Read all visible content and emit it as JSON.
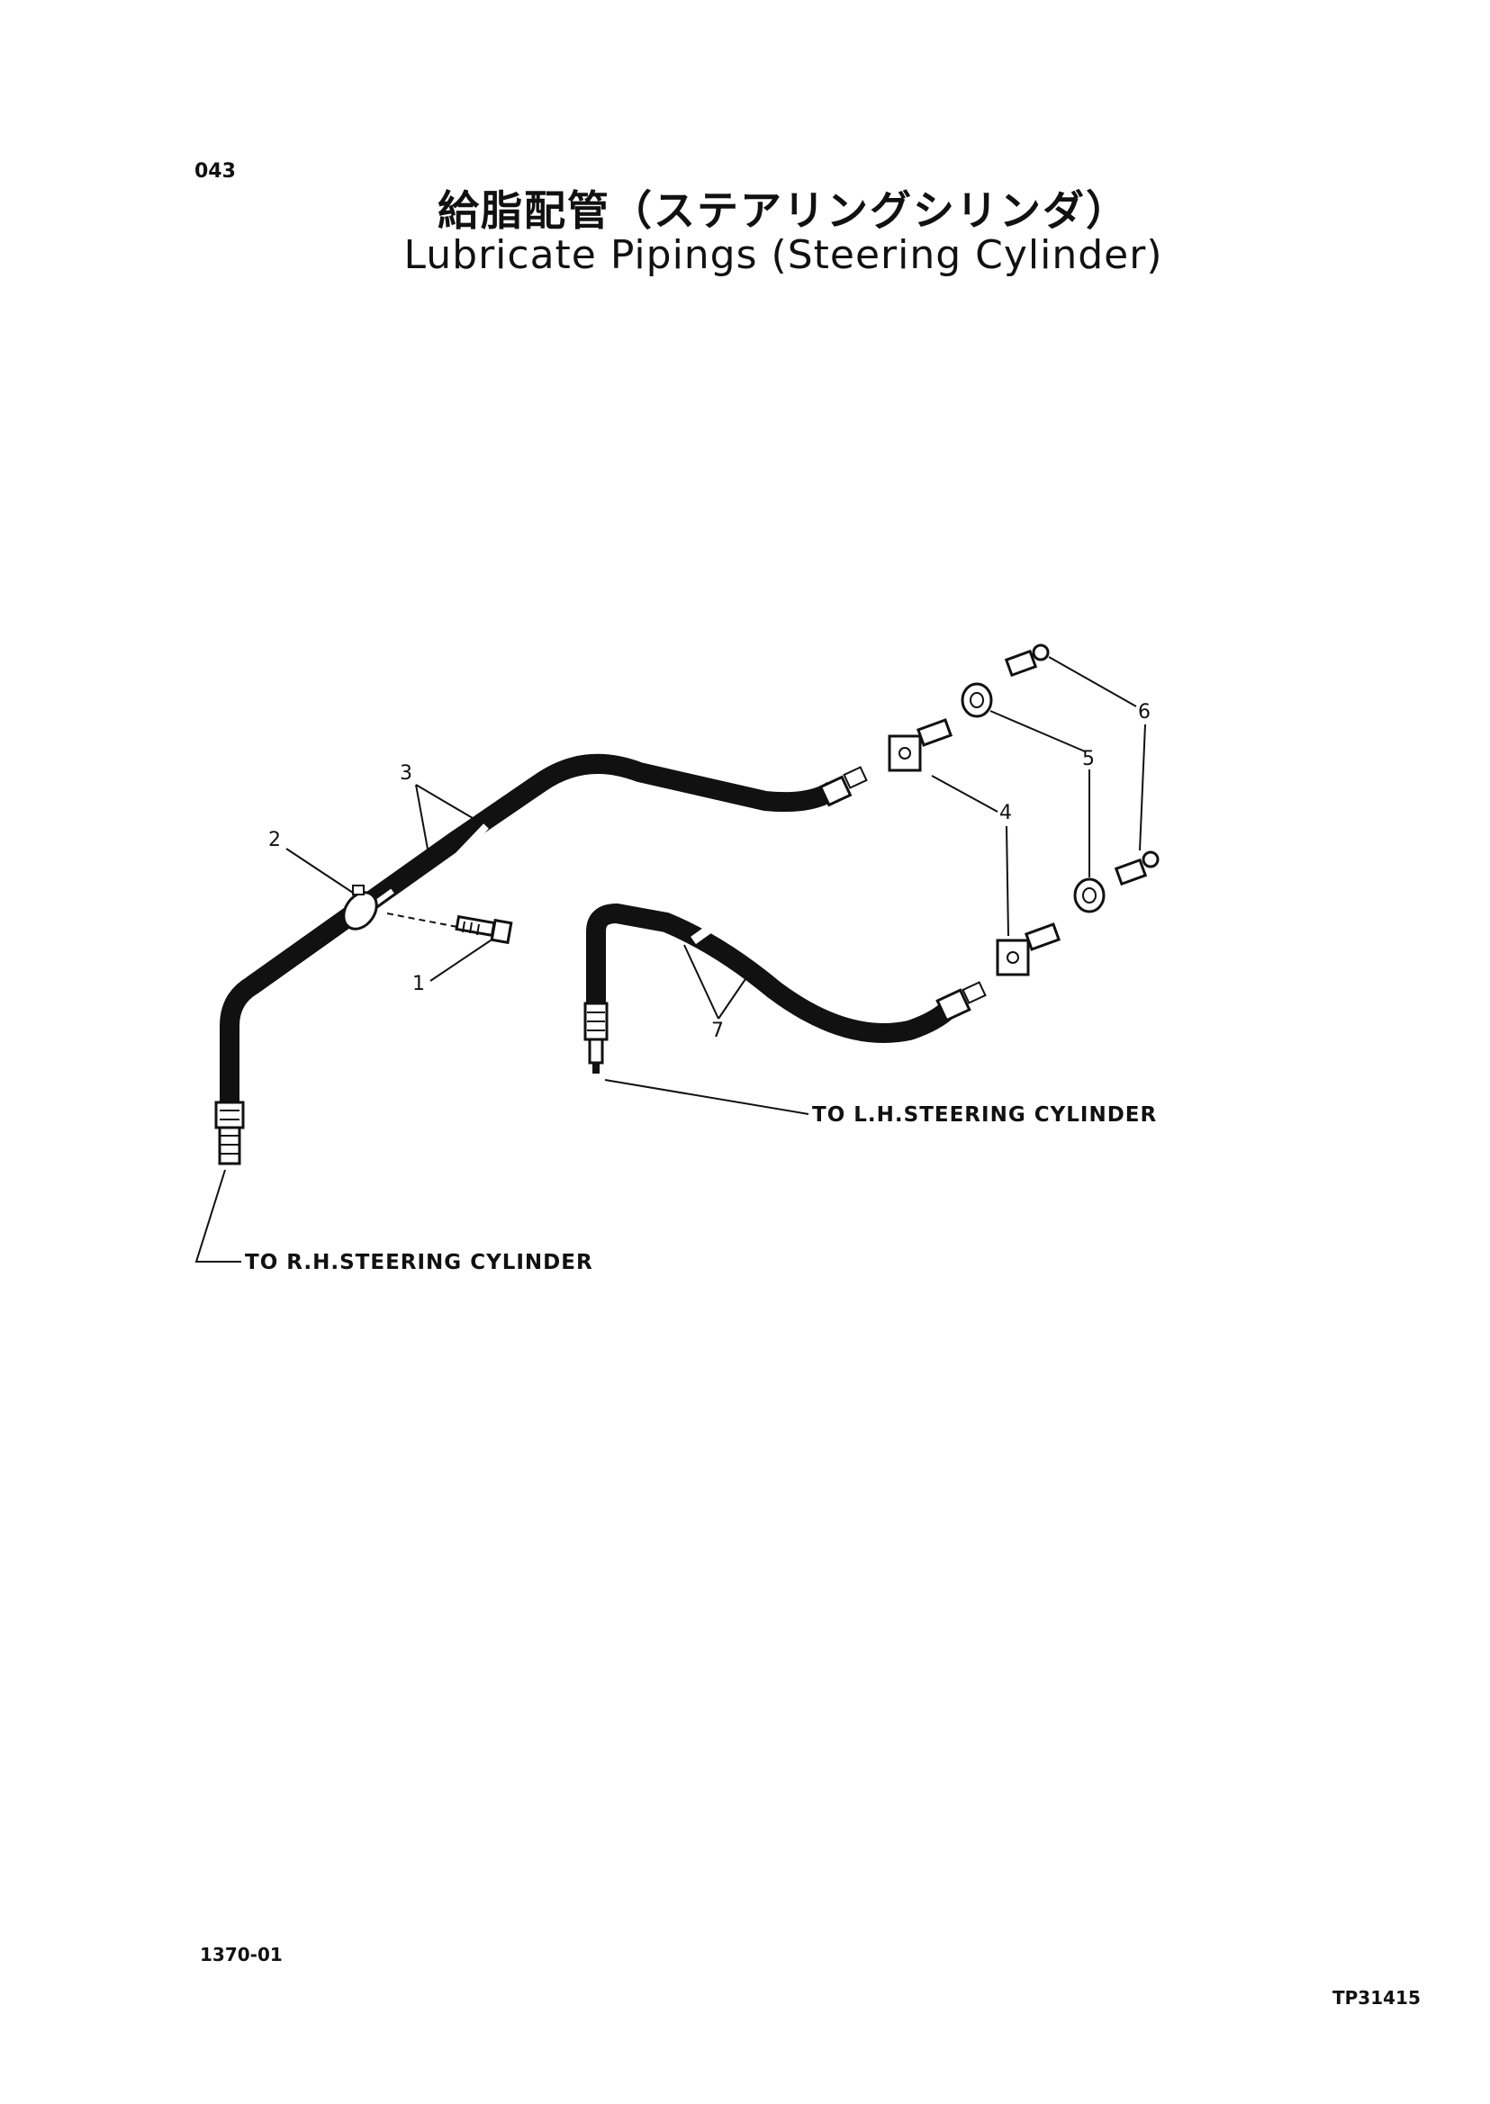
{
  "header": {
    "page_number": "043",
    "title_jp": "給脂配管（ステアリングシリンダ）",
    "title_en": "Lubricate Pipings (Steering Cylinder)"
  },
  "diagram": {
    "callouts": {
      "c1": "1",
      "c2": "2",
      "c3": "3",
      "c4": "4",
      "c5": "5",
      "c6": "6",
      "c7": "7"
    },
    "destinations": {
      "rh": "TO R.H.STEERING CYLINDER",
      "lh": "TO L.H.STEERING CYLINDER"
    }
  },
  "footer": {
    "drawing_code": "1370-01",
    "reference_code": "TP31415"
  }
}
